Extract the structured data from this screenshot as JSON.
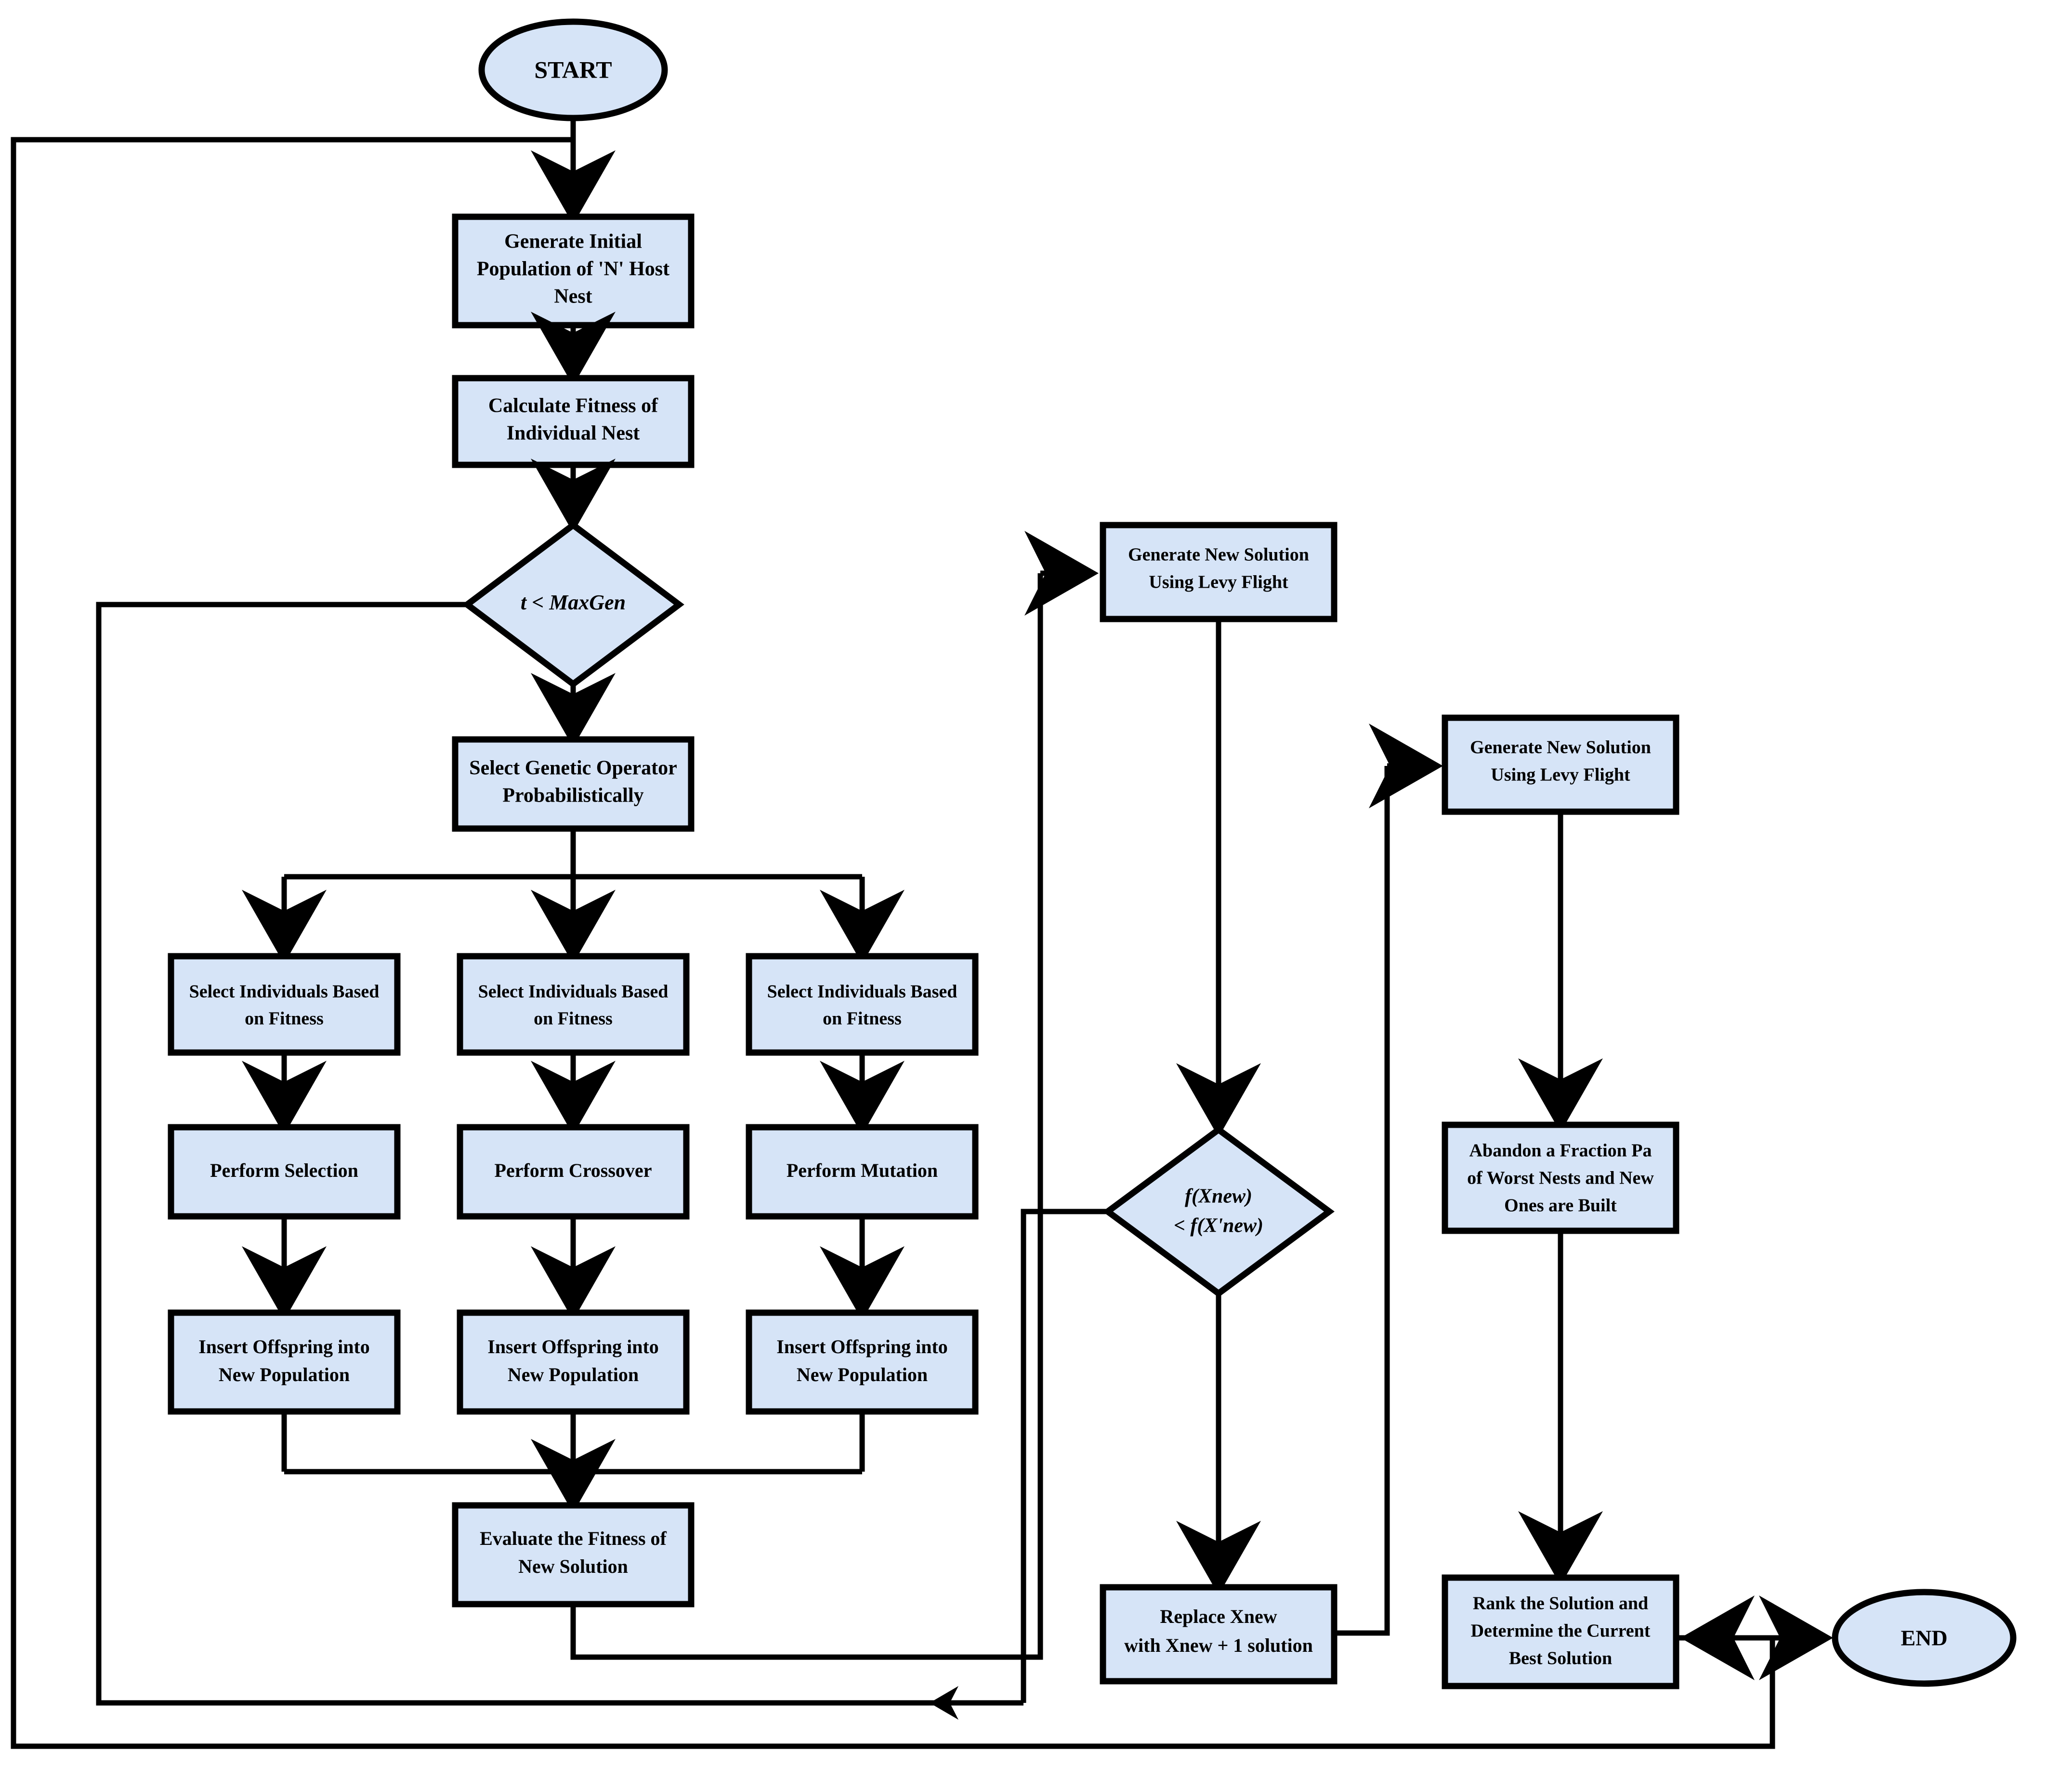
{
  "diagram": {
    "title": "Hybrid Genetic Algorithm and Cuckoo Search Flowchart",
    "colors": {
      "node_fill": "#d6e4f7",
      "node_stroke": "#000000",
      "connector": "#000000",
      "background": "#ffffff"
    },
    "nodes": {
      "start": {
        "label": "START",
        "shape": "ellipse"
      },
      "end": {
        "label": "END",
        "shape": "ellipse"
      },
      "generate_initial_population": {
        "line1": "Generate Initial",
        "line2": "Population of 'N' Host",
        "line3": "Nest",
        "shape": "process"
      },
      "calculate_fitness": {
        "line1": "Calculate Fitness of",
        "line2": "Individual Nest",
        "shape": "process"
      },
      "max_gen_decision": {
        "label": "t < MaxGen",
        "shape": "decision"
      },
      "select_genetic_operator": {
        "line1": "Select Genetic Operator",
        "line2": "Probabilistically",
        "shape": "process"
      },
      "select_individuals_1": {
        "line1": "Select Individuals Based",
        "line2": "on Fitness",
        "shape": "process"
      },
      "select_individuals_2": {
        "line1": "Select Individuals Based",
        "line2": "on Fitness",
        "shape": "process"
      },
      "select_individuals_3": {
        "line1": "Select Individuals Based",
        "line2": "on Fitness",
        "shape": "process"
      },
      "perform_selection": {
        "line1": "Perform Selection",
        "shape": "process"
      },
      "perform_crossover": {
        "line1": "Perform Crossover",
        "shape": "process"
      },
      "perform_mutation": {
        "line1": "Perform Mutation",
        "shape": "process"
      },
      "insert_offspring_1": {
        "line1": "Insert Offspring into",
        "line2": "New Population",
        "shape": "process"
      },
      "insert_offspring_2": {
        "line1": "Insert Offspring into",
        "line2": "New Population",
        "shape": "process"
      },
      "insert_offspring_3": {
        "line1": "Insert Offspring into",
        "line2": "New Population",
        "shape": "process"
      },
      "evaluate_fitness": {
        "line1": "Evaluate the Fitness of",
        "line2": "New Solution",
        "shape": "process"
      },
      "levy_flight_1": {
        "line1": "Generate New Solution",
        "line2": "Using Levy Flight",
        "shape": "process"
      },
      "levy_flight_2": {
        "line1": "Generate New Solution",
        "line2": "Using Levy Flight",
        "shape": "process"
      },
      "fitness_compare_decision": {
        "line1": "f(Xnew)",
        "line2": "< f(X'new)",
        "shape": "decision"
      },
      "replace_xnew": {
        "line1": "Replace Xnew",
        "line2": "with Xnew + 1 solution",
        "shape": "process"
      },
      "abandon_fraction": {
        "line1": "Abandon a Fraction Pa",
        "line2": "of Worst Nests and New",
        "line3": "Ones are Built",
        "shape": "process"
      },
      "rank_solution": {
        "line1": "Rank the Solution and",
        "line2": "Determine the Current",
        "line3": "Best Solution",
        "shape": "process"
      }
    }
  }
}
